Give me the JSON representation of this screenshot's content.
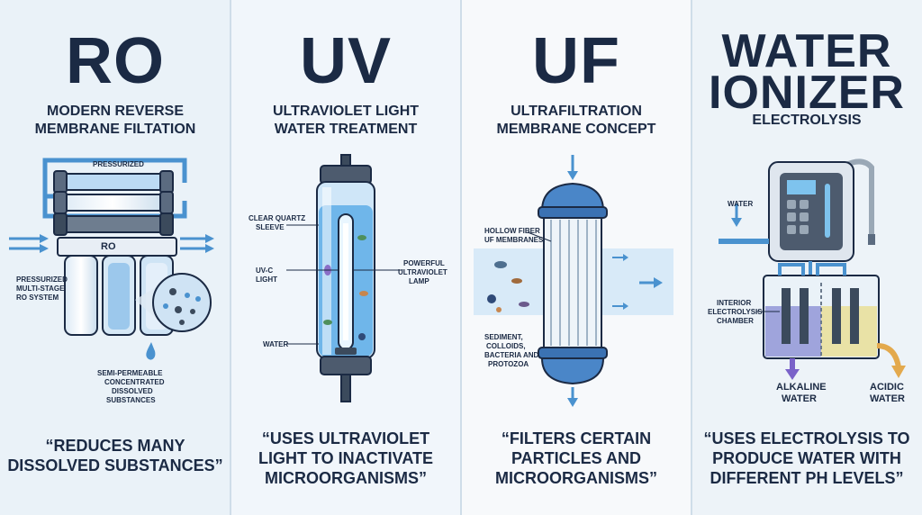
{
  "panels": [
    {
      "title": "RO",
      "subtitle_lines": [
        "MODERN REVERSE",
        "MEMBRANE FILTATION"
      ],
      "labels": {
        "pressurized": "PRESSURIZED",
        "unit": "RO",
        "system": [
          "PRESSURIZED",
          "MULTI-STAGE",
          "RO SYSTEM"
        ],
        "membrane": [
          "SEMI-PERMEABLE",
          "CONCENTRATED",
          "DISSOLVED",
          "SUBSTANCES"
        ]
      },
      "quote_lines": [
        "“REDUCES MANY",
        "DISSOLVED SUBSTANCES”"
      ]
    },
    {
      "title": "UV",
      "subtitle_lines": [
        "ULTRAVIOLET LIGHT",
        "WATER TREATMENT"
      ],
      "labels": {
        "sleeve": [
          "CLEAR QUARTZ",
          "SLEEVE"
        ],
        "light": [
          "UV-C",
          "LIGHT"
        ],
        "lamp": [
          "POWERFUL",
          "ULTRAVIOLET",
          "LAMP"
        ],
        "water": "WATER"
      },
      "quote_lines": [
        "“USES ULTRAVIOLET",
        "LIGHT TO INACTIVATE",
        "MICROORGANISMS”"
      ]
    },
    {
      "title": "UF",
      "subtitle_lines": [
        "ULTRAFILTRATION",
        "MEMBRANE CONCEPT"
      ],
      "labels": {
        "fiber": [
          "HOLLOW FIBER",
          "UF MEMBRANES"
        ],
        "particles": [
          "SEDIMENT,",
          "COLLOIDS,",
          "BACTERIA AND",
          "PROTOZOA"
        ]
      },
      "quote_lines": [
        "“FILTERS CERTAIN",
        "PARTICLES AND",
        "MICROORGANISMS”"
      ]
    },
    {
      "title_lines": [
        "WATER",
        "IONIZER"
      ],
      "subtitle_lines": [
        "ELECTROLYSIS"
      ],
      "labels": {
        "water": "WATER",
        "chamber": [
          "INTERIOR",
          "ELECTROLYSIS",
          "CHAMBER"
        ],
        "alkaline": [
          "ALKALINE",
          "WATER"
        ],
        "acidic": [
          "ACIDIC",
          "WATER"
        ]
      },
      "quote_lines": [
        "“USES ELECTROLYSIS TO",
        "PRODUCE WATER WITH",
        "DIFFERENT PH LEVELS”"
      ]
    }
  ],
  "colors": {
    "ink": "#1b2a44",
    "water_blue": "#5aa9e6",
    "light_blue": "#bfe0f7",
    "alkaline": "#7a62c9",
    "acidic": "#e3a94d"
  },
  "icons": [
    "ro-filter-icon",
    "uv-lamp-icon",
    "uf-cartridge-icon",
    "water-ionizer-icon"
  ]
}
